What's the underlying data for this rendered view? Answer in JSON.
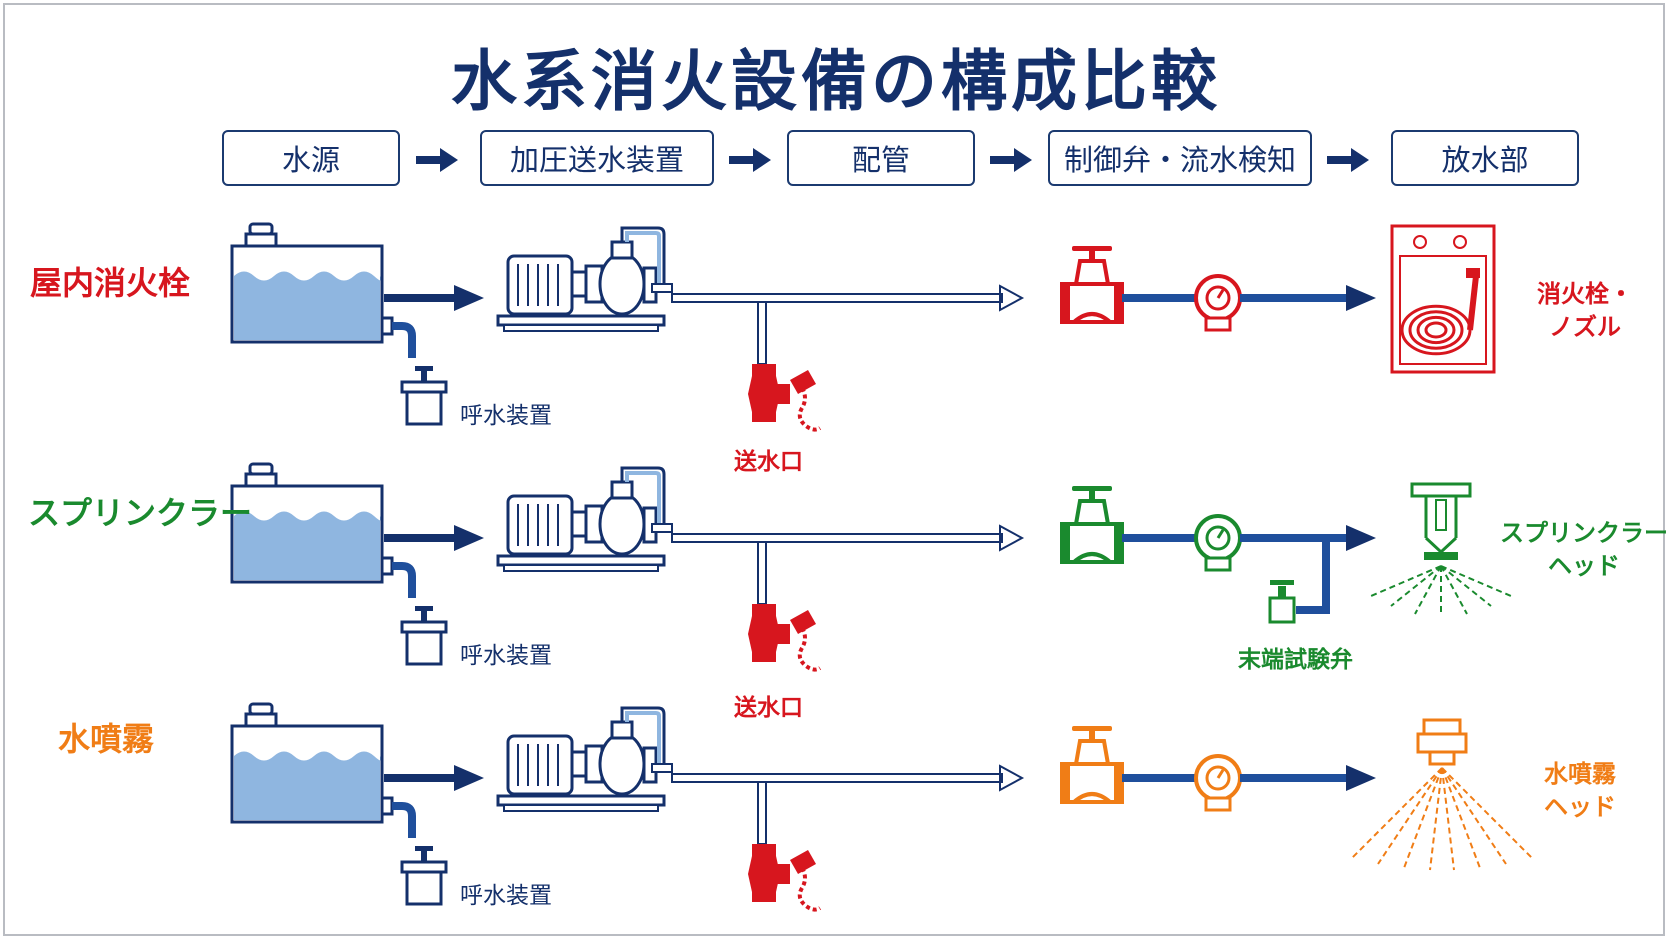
{
  "title": "水系消火設備の構成比較",
  "stages": [
    "水源",
    "加圧送水装置",
    "配管",
    "制御弁・流水検知",
    "放水部"
  ],
  "rows": [
    {
      "label": "屋内消火栓",
      "color": "#d7161e",
      "supply_label": "呼水装置",
      "inlet_label": "送水口",
      "end_label": [
        "消火栓・",
        "ノズル"
      ]
    },
    {
      "label": "スプリンクラー",
      "color": "#1a8a2e",
      "supply_label": "呼水装置",
      "inlet_label": "送水口",
      "test_valve_label": "末端試験弁",
      "end_label": [
        "スプリンクラー",
        "ヘッド"
      ]
    },
    {
      "label": "水噴霧",
      "color": "#f07d16",
      "supply_label": "呼水装置",
      "end_label": [
        "水噴霧",
        "ヘッド"
      ]
    }
  ],
  "colors": {
    "navy": "#14306b",
    "pipe": "#1f4f9c",
    "water": "#8fb6e0",
    "red": "#d7161e",
    "green": "#1a8a2e",
    "orange": "#f07d16"
  }
}
